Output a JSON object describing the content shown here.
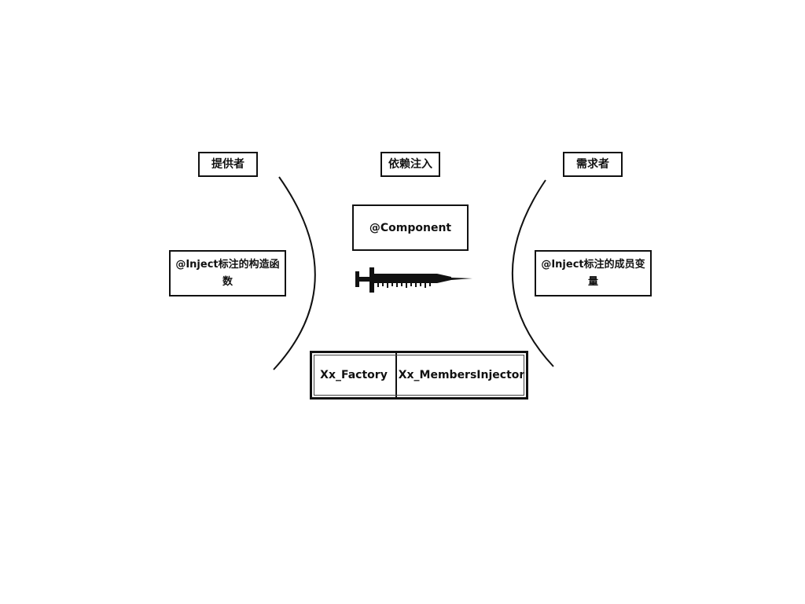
{
  "labels": {
    "provider": "提供者",
    "dependency_injection": "依赖注入",
    "consumer": "需求者",
    "component": "@Component",
    "inject_constructor": "@Inject标注的构造函数",
    "inject_member": "@Inject标注的成员变量",
    "factory": "Xx_Factory",
    "members_injector": "Xx_MembersInjector"
  },
  "icons": {
    "syringe": "syringe-icon"
  },
  "colors": {
    "stroke": "#111111",
    "background": "#ffffff"
  }
}
